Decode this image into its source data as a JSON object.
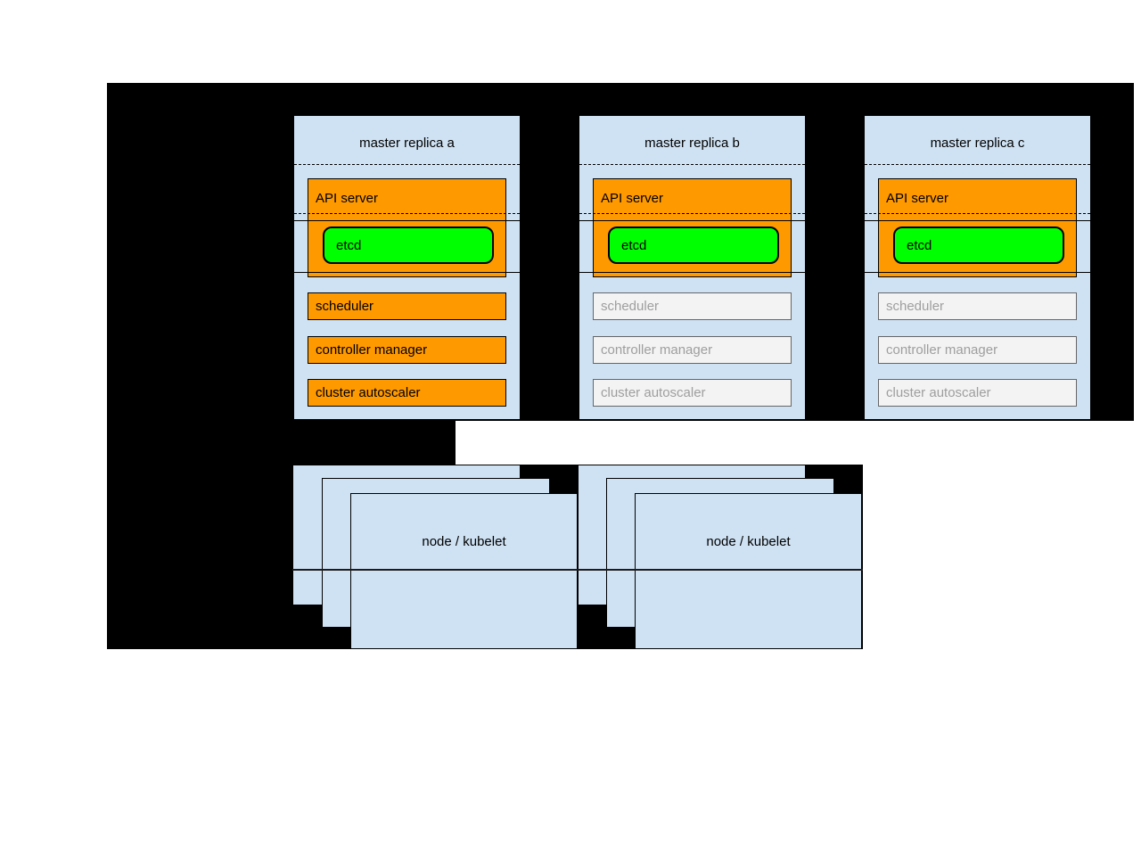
{
  "masters": [
    {
      "title": "master replica a",
      "api_server": "API server",
      "etcd": "etcd",
      "scheduler": "scheduler",
      "controller_manager": "controller manager",
      "cluster_autoscaler": "cluster autoscaler",
      "components_state": "active"
    },
    {
      "title": "master replica b",
      "api_server": "API server",
      "etcd": "etcd",
      "scheduler": "scheduler",
      "controller_manager": "controller manager",
      "cluster_autoscaler": "cluster autoscaler",
      "components_state": "inactive"
    },
    {
      "title": "master replica c",
      "api_server": "API server",
      "etcd": "etcd",
      "scheduler": "scheduler",
      "controller_manager": "controller manager",
      "cluster_autoscaler": "cluster autoscaler",
      "components_state": "inactive"
    }
  ],
  "nodes": [
    {
      "label": "node / kubelet"
    },
    {
      "label": "node / kubelet"
    }
  ],
  "colors": {
    "background_region": "#000000",
    "panel_blue": "#cfe2f3",
    "active_component": "#ff9900",
    "etcd_green": "#00ff00",
    "inactive_fill": "#f3f3f3",
    "inactive_border": "#666666",
    "inactive_text": "#9e9e9e"
  }
}
